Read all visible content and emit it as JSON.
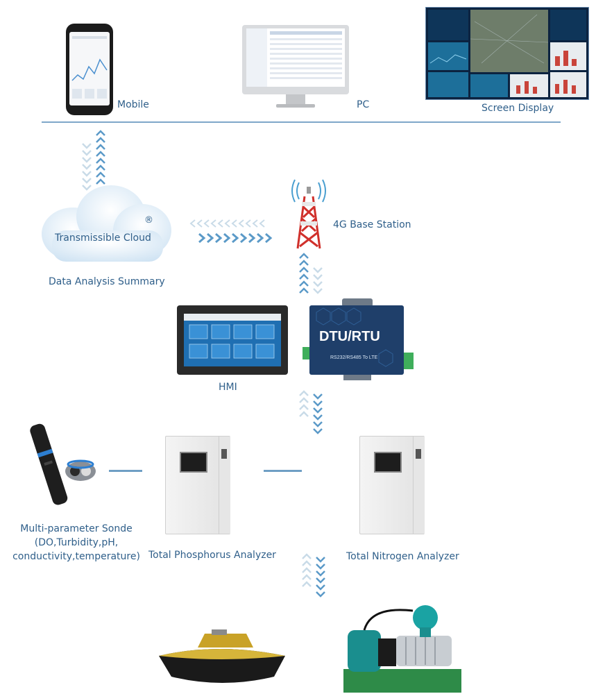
{
  "labels": {
    "mobile": "Mobile",
    "pc": "PC",
    "screen_display": "Screen Display",
    "cloud": "Transmissible Cloud",
    "cloud_mark": "®",
    "data_summary": "Data Analysis Summary",
    "base_station": "4G Base Station",
    "hmi": "HMI",
    "dtu": "DTU/RTU",
    "dtu_sub": "RS232/RS485 To LTE",
    "sonde_line1": "Multi-parameter Sonde",
    "sonde_line2": "(DO,Turbidity,pH,",
    "sonde_line3": "conductivity,temperature)",
    "tp_analyzer": "Total Phosphorus Analyzer",
    "tn_analyzer": "Total Nitrogen Analyzer"
  },
  "colors": {
    "label": "#2f5f8a",
    "line": "#7fa7c9",
    "arrow_bright": "#5b9ac8",
    "arrow_faint": "#c9dbe8",
    "tower": "#d0302b"
  }
}
